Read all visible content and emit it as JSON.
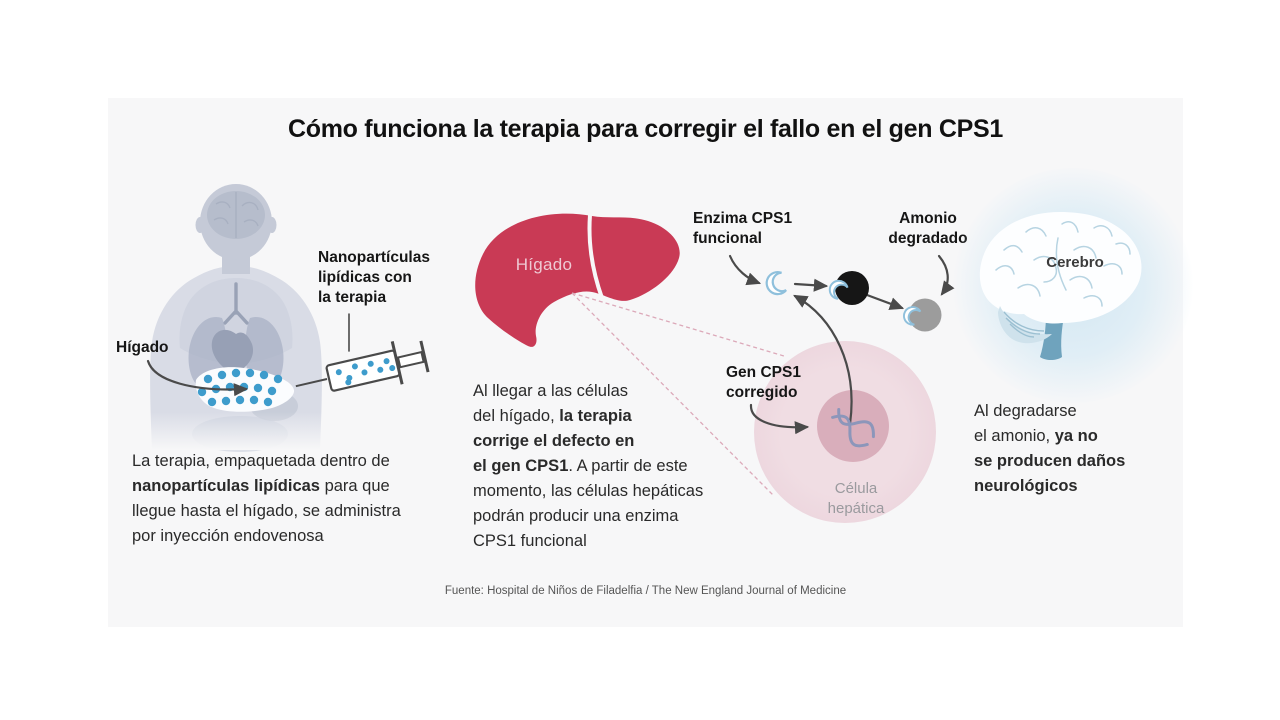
{
  "infographic": {
    "title": "Cómo funciona la terapia para corregir el fallo en el gen CPS1",
    "footer": "Fuente: Hospital de Niños de Filadelfia / The New England Journal of Medicine"
  },
  "injection_step": {
    "body_liver_label": "Hígado",
    "nanoparticles_label": [
      "Nanopartículas",
      "lipídicas con",
      "la terapia"
    ],
    "caption_lines": [
      [
        {
          "t": "La terapia, empaquetada dentro de",
          "b": false
        }
      ],
      [
        {
          "t": "nanopartículas lipídicas",
          "b": true
        },
        {
          "t": " para que",
          "b": false
        }
      ],
      [
        {
          "t": "llegue hasta el hígado, se administra",
          "b": false
        }
      ],
      [
        {
          "t": "por inyección endovenosa",
          "b": false
        }
      ]
    ]
  },
  "liver_step": {
    "organ_label": "Hígado",
    "text_lines": [
      [
        {
          "t": "Al llegar a las células",
          "b": false
        }
      ],
      [
        {
          "t": "del hígado, ",
          "b": false
        },
        {
          "t": "la terapia",
          "b": true
        }
      ],
      [
        {
          "t": "corrige el defecto en",
          "b": true
        }
      ],
      [
        {
          "t": "el gen CPS1",
          "b": true
        },
        {
          "t": ". A partir de este",
          "b": false
        }
      ],
      [
        {
          "t": "momento, las células hepáticas",
          "b": false
        }
      ],
      [
        {
          "t": "podrán producir una enzima",
          "b": false
        }
      ],
      [
        {
          "t": "CPS1 funcional",
          "b": false
        }
      ]
    ]
  },
  "cell_step": {
    "enzyme_label": [
      "Enzima CPS1",
      "funcional"
    ],
    "ammonia_label": [
      "Amonio",
      "degradado"
    ],
    "gene_label": [
      "Gen CPS1",
      "corregido"
    ],
    "cell_label": [
      "Célula",
      "hepática"
    ]
  },
  "brain_step": {
    "brain_label": "Cerebro",
    "text_lines": [
      [
        {
          "t": "Al degradarse",
          "b": false
        }
      ],
      [
        {
          "t": "el amonio, ",
          "b": false
        },
        {
          "t": "ya no",
          "b": true
        }
      ],
      [
        {
          "t": "se producen daños",
          "b": true
        }
      ],
      [
        {
          "t": "neurológicos",
          "b": true
        }
      ]
    ]
  },
  "colors": {
    "card_bg": "#f7f7f8",
    "liver_red": "#c93a55",
    "cell_fill": "#eed9e0",
    "nucleus_fill": "#d9aebb",
    "particle_blue": "#3e9ccc",
    "enzyme_outline_blue": "#8fc0dc",
    "arrow_gray": "#4a4a4a",
    "callout_dash_pink": "#dca9b9",
    "brainstem_teal": "#6fa3bd",
    "dna_blue": "#8c96ba"
  }
}
